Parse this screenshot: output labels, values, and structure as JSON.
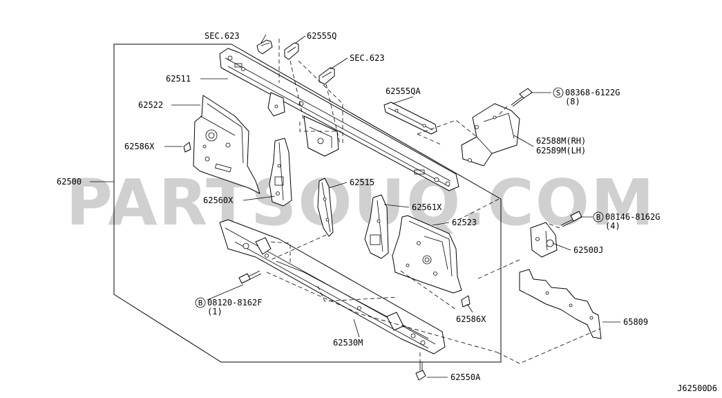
{
  "watermark": "PARTSOUQ.COM",
  "diagram_code": "J62500D6",
  "labels": {
    "sec623_a": "SEC.623",
    "p62555Q": "62555Q",
    "sec623_b": "SEC.623",
    "p62511": "62511",
    "p62555QA": "62555QA",
    "bolt_08368": "08368-6122G",
    "bolt_08368_qty": "(8)",
    "bolt_08368_prefix": "S",
    "p62522": "62522",
    "p62588M": "62588M(RH)",
    "p62589M": "62589M(LH)",
    "p62586X_a": "62586X",
    "p62500": "62500",
    "p62515": "62515",
    "p62560X": "62560X",
    "p62561X": "62561X",
    "p62523": "62523",
    "bolt_08146": "08146-8162G",
    "bolt_08146_qty": "(4)",
    "bolt_08146_prefix": "B",
    "p62500J": "62500J",
    "bolt_08120": "08120-8162F",
    "bolt_08120_qty": "(1)",
    "bolt_08120_prefix": "B",
    "p62586X_b": "62586X",
    "p65809": "65809",
    "p62530M": "62530M",
    "p62550A": "62550A"
  }
}
